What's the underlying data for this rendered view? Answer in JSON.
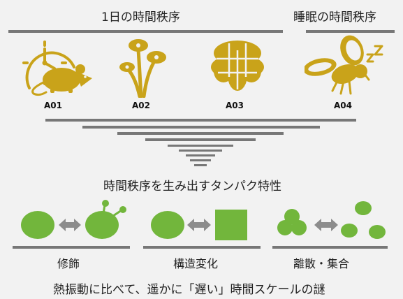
{
  "headers": {
    "daily": "1日の時間秩序",
    "sleep": "睡眠の時間秩序"
  },
  "groups": [
    {
      "label": "A01",
      "icon": "clock-mouse-icon"
    },
    {
      "label": "A02",
      "icon": "mushroom-icon"
    },
    {
      "label": "A03",
      "icon": "protein-cluster-icon"
    },
    {
      "label": "A04",
      "icon": "sleeping-fly-icon"
    }
  ],
  "subtitle": "時間秩序を生み出すタンパク特性",
  "properties": [
    {
      "label": "修飾",
      "icon": "modification-icon"
    },
    {
      "label": "構造変化",
      "icon": "structural-change-icon"
    },
    {
      "label": "離散・集合",
      "icon": "dispersion-assembly-icon"
    }
  ],
  "footer": "熱振動に比べて、遥かに「遅い」時間スケールの謎",
  "colors": {
    "background": "#f2f2f2",
    "gold": "#c9a31a",
    "green": "#72b63c",
    "gray": "#777777",
    "arrow": "#8c8c8c"
  }
}
